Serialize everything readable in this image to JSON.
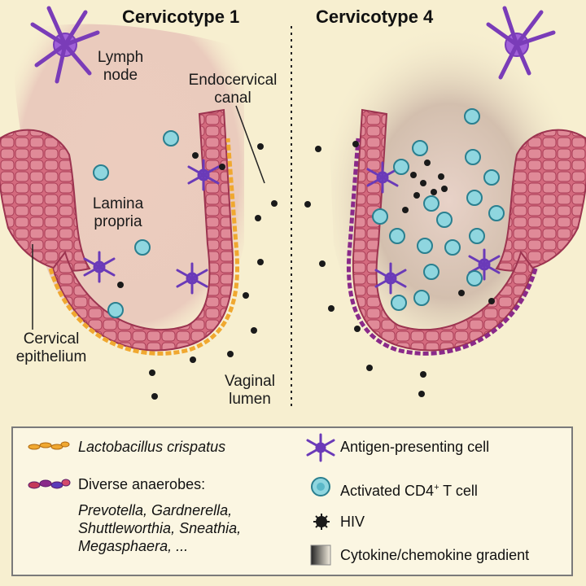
{
  "titles": {
    "left": "Cervicotype 1",
    "right": "Cervicotype 4"
  },
  "labels": {
    "lymph_node": "Lymph\nnode",
    "endocervical_canal": "Endocervical\ncanal",
    "lamina_propria": "Lamina\npropria",
    "cervical_epithelium": "Cervical\nepithelium",
    "vaginal_lumen": "Vaginal\nlumen"
  },
  "legend": {
    "lactobacillus": "Lactobacillus crispatus",
    "anaerobes": "Diverse anaerobes:",
    "anaerobes_list": "Prevotella, Gardnerella,\nShuttleworthia, Sneathia,\nMegasphaera, ...",
    "apc": "Antigen-presenting cell",
    "cd4_prefix": "Activated CD4",
    "cd4_sup": "+",
    "cd4_suffix": " T cell",
    "hiv": "HIV",
    "gradient": "Cytokine/chemokine gradient"
  },
  "colors": {
    "background": "#f7efd0",
    "tissue": "#e9c4b4",
    "epithelium": "#c94a66",
    "lactobacillus": "#f0a830",
    "anaerobes": "#8a2a8a",
    "apc": "#6a3ab8",
    "tcell": "#5ab8c8",
    "hiv": "#1a1a1a",
    "lymph_node": "#a060d8"
  }
}
